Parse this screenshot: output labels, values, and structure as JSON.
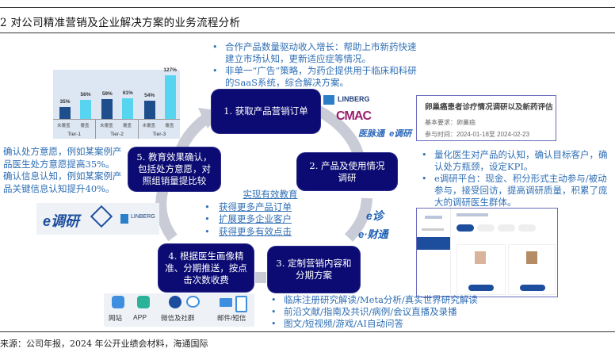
{
  "header": {
    "title": "2 对公司精准营销及企业解决方案的业务流程分析"
  },
  "footer": {
    "source": "来源：公司年报，2024 年公开业绩会材料，海通国际"
  },
  "colors": {
    "box_fill": "#0b0b73",
    "bullet_text": "#2f6fb5",
    "arrow_ring": "#c9cbd6",
    "chart_dark": "#1f4e8c",
    "chart_light": "#56d4f0"
  },
  "top_bullets": [
    "合作产品数量驱动收入增长：帮助上市新药快速建立市场认知，更新适应症等情况。",
    "非单一“广告”策略，为药企提供用于临床和科研的SaaS系统，综合解决方案。"
  ],
  "steps": [
    {
      "label": "1. 获取产品营销订单"
    },
    {
      "label": "2. 产品及使用情况调研"
    },
    {
      "label": "3. 定制营销内容和分期方案"
    },
    {
      "label": "4. 根据医生画像精准、分期推送，按点击次数收费"
    },
    {
      "label": "5. 教育效果确认，包括处方意愿，对照组销量提比较"
    }
  ],
  "center": {
    "heading": "实现有效教育",
    "items": [
      "获得更多产品订单",
      "扩展更多企业客户",
      "获得更多有效点击"
    ]
  },
  "left_text": [
    "确认处方意愿，例如某案例产品医生处方意愿提高35%。",
    "确认信息认知，例如某案例产品关键信息认知提升40%。"
  ],
  "right_bullets": [
    "量化医生对产品的认知，确认目标客户，确认处方瓶颈，设定KPI。",
    "e调研平台：现金、积分形式主动参与/被动参与，接受回访，提高调研质量，积累了庞大的调研医生群体。"
  ],
  "bottom_bullets": [
    "临床注册研究解读/Meta分析/真实世界研究解读",
    "前沿文献/指南及共识/病例/会议直播及录播",
    "图文/短视频/游戏/AI自动问答"
  ],
  "survey_card": {
    "title": "卵巢癌患者诊疗情况调研以及新药评估",
    "requirement": "基本要求：卵巢癌",
    "period": "参与时间：2024-01-18至 2024-02-23"
  },
  "logos": {
    "linberg": "LINBERG",
    "cmac": "CMAC",
    "yimaitong": "医脉通",
    "ediaoyan": "e调研",
    "ezhen": "e诊",
    "ecaitong": "e·财通"
  },
  "channels": [
    {
      "label": "网站",
      "icon": "website-icon"
    },
    {
      "label": "APP",
      "icon": "app-icon"
    },
    {
      "label": "微信及社群",
      "icon": "wechat-icon"
    },
    {
      "label": "邮件/短信",
      "icon": "mail-sms-icon"
    }
  ],
  "chart_data": {
    "type": "bar",
    "title": "",
    "xlabel": "",
    "ylabel": "",
    "categories": [
      "Tier-1",
      "Tier-2",
      "Tier-3"
    ],
    "series": [
      {
        "name": "未覆盖",
        "values": [
          35,
          59,
          54
        ]
      },
      {
        "name": "覆盖",
        "values": [
          56,
          61,
          127
        ]
      }
    ],
    "value_suffix": "%",
    "ylim": [
      0,
      130
    ],
    "legend": "none",
    "grid": false
  }
}
